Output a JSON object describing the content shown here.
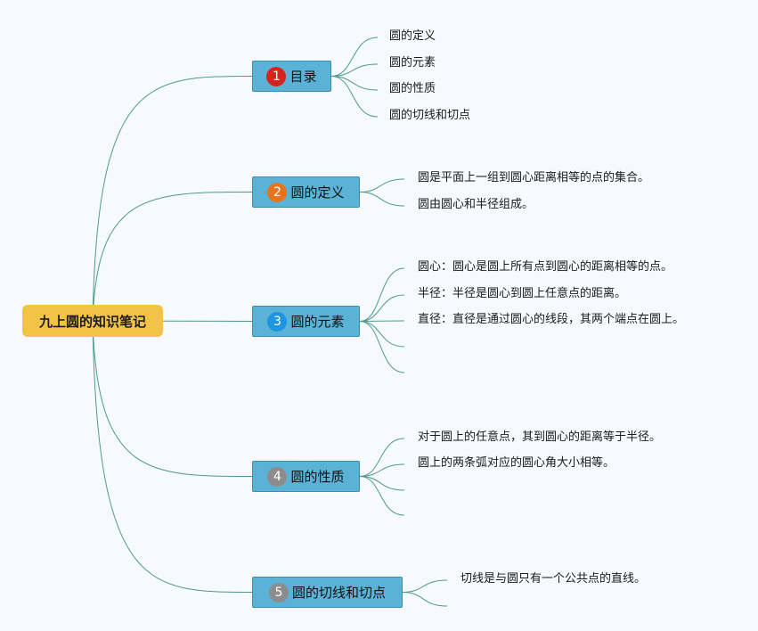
{
  "root": {
    "title": "九上圆的知识笔记"
  },
  "topics": [
    {
      "number": "1",
      "label": "目录",
      "badge_color": "#d5241c",
      "children": [
        "圆的定义",
        "圆的元素",
        "圆的性质",
        "圆的切线和切点"
      ]
    },
    {
      "number": "2",
      "label": "圆的定义",
      "badge_color": "#e8731f",
      "children": [
        "圆是平面上一组到圆心距离相等的点的集合。",
        "圆由圆心和半径组成。"
      ]
    },
    {
      "number": "3",
      "label": "圆的元素",
      "badge_color": "#1d95e0",
      "children": [
        "圆心：圆心是圆上所有点到圆心的距离相等的点。",
        "半径：半径是圆心到圆上任意点的距离。",
        "直径：直径是通过圆心的线段，其两个端点在圆上。",
        "",
        ""
      ]
    },
    {
      "number": "4",
      "label": "圆的性质",
      "badge_color": "#8c8c8c",
      "children": [
        "对于圆上的任意点，其到圆心的距离等于半径。",
        "圆上的两条弧对应的圆心角大小相等。",
        "",
        ""
      ]
    },
    {
      "number": "5",
      "label": "圆的切线和切点",
      "badge_color": "#8c8c8c",
      "children": [
        "切线是与圆只有一个公共点的直线。",
        ""
      ]
    }
  ],
  "colors": {
    "background": "#f6f9fe",
    "root": "#f2c347",
    "topic": "#5ab2d6",
    "connector": "#4e9a8e"
  }
}
